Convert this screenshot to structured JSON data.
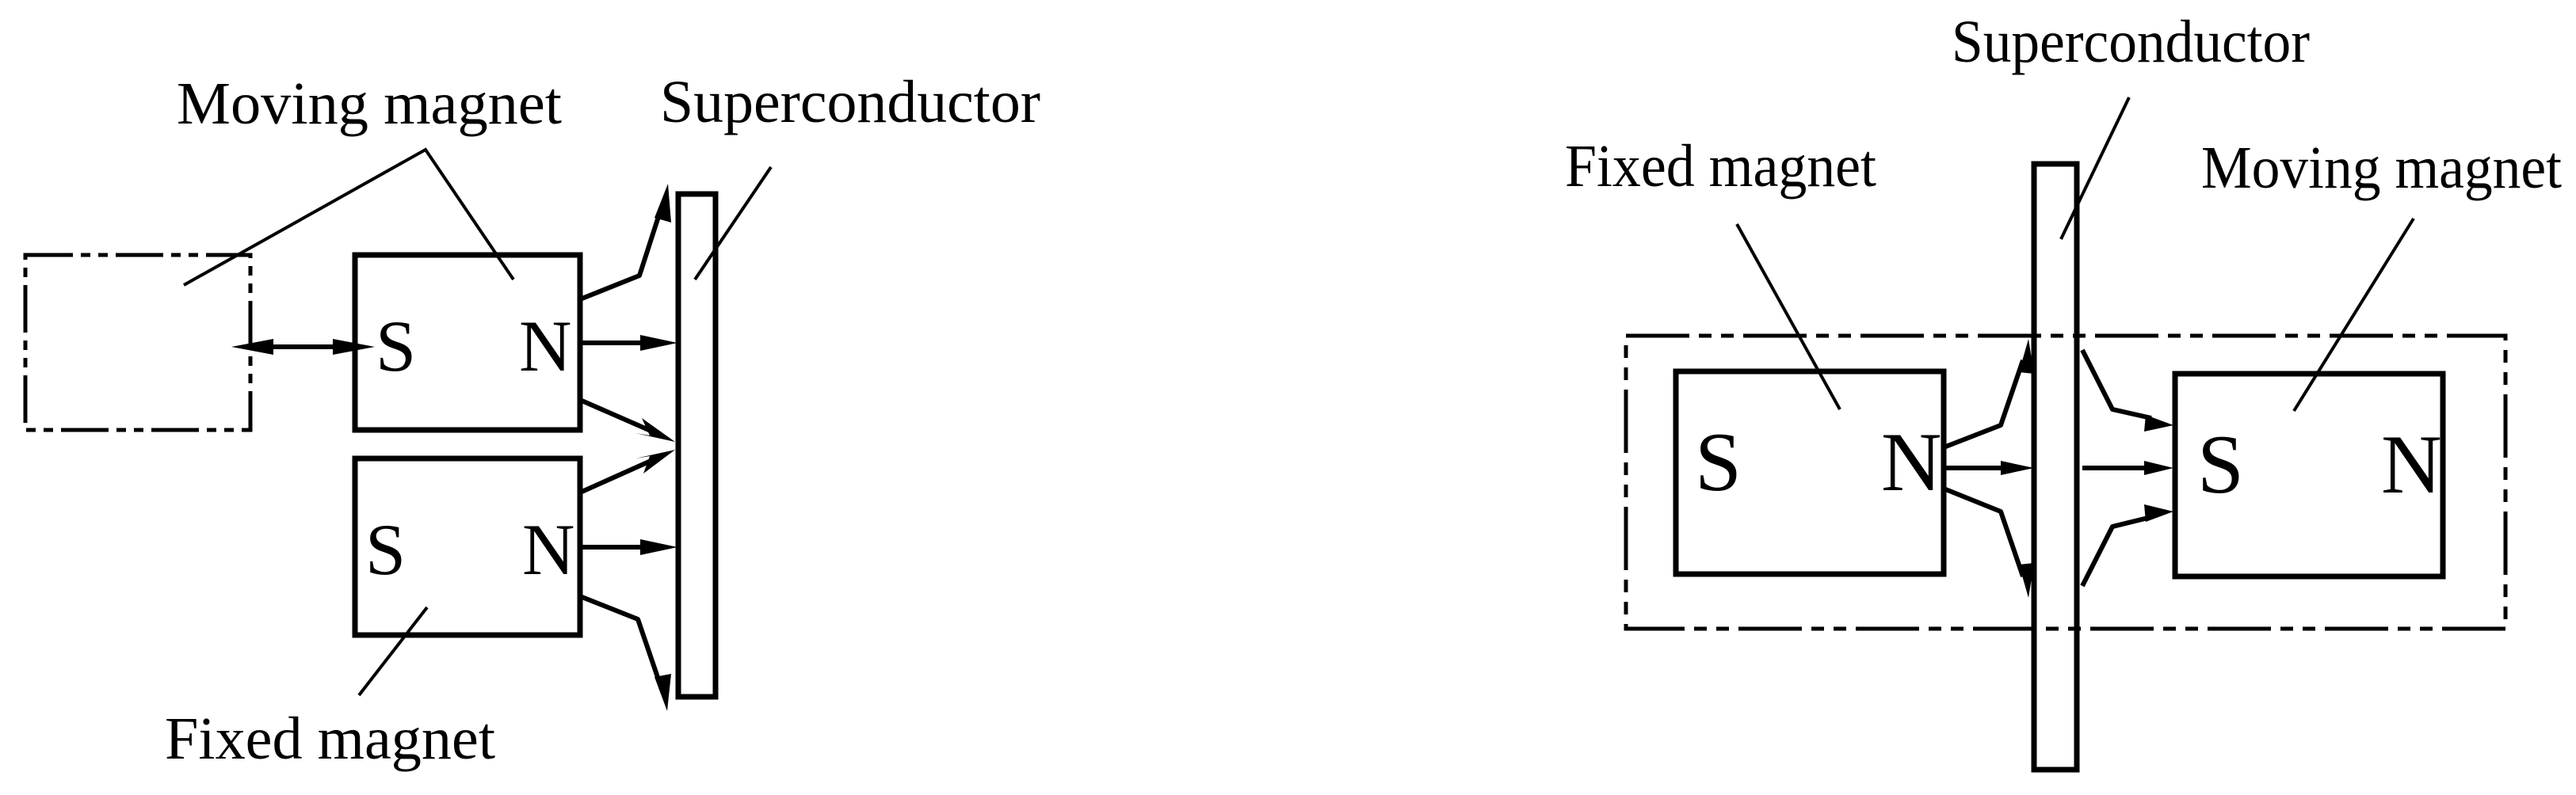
{
  "colors": {
    "ink": "#000000",
    "background": "#ffffff"
  },
  "left_diagram": {
    "labels": {
      "moving_magnet": "Moving magnet",
      "superconductor": "Superconductor",
      "fixed_magnet": "Fixed magnet"
    },
    "moving_magnet_poles": {
      "south": "S",
      "north": "N"
    },
    "fixed_magnet_poles": {
      "south": "S",
      "north": "N"
    },
    "icons": [
      "double-headed-arrow",
      "field-line-arrows",
      "dashed-outline-previous-position"
    ]
  },
  "right_diagram": {
    "labels": {
      "superconductor": "Superconductor",
      "fixed_magnet": "Fixed magnet",
      "moving_magnet": "Moving magnet"
    },
    "fixed_magnet_poles": {
      "south": "S",
      "north": "N"
    },
    "moving_magnet_poles": {
      "south": "S",
      "north": "N"
    },
    "icons": [
      "field-line-arrows",
      "dash-dot-dot-enclosure"
    ]
  }
}
